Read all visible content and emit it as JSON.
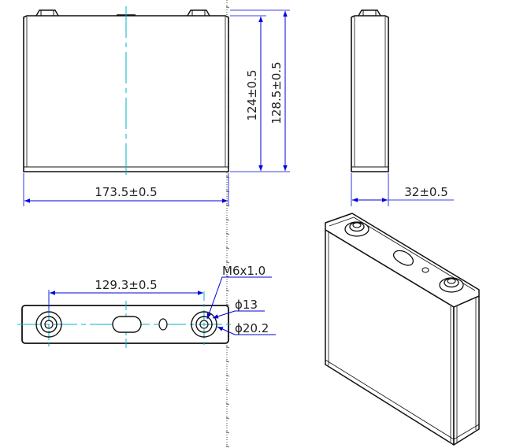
{
  "colors": {
    "outline": "#111111",
    "dimension": "#0000dd",
    "centerline": "#00b4c8",
    "background": "#ffffff"
  },
  "dimensions": {
    "width": "173.5±0.5",
    "height_total": "128.5±0.5",
    "height_body": "124±0.5",
    "thickness": "32±0.5",
    "terminal_pitch": "129.3±0.5",
    "thread": "M6x1.0",
    "terminal_dia": "ϕ13",
    "terminal_base_dia": "ϕ20.2"
  }
}
